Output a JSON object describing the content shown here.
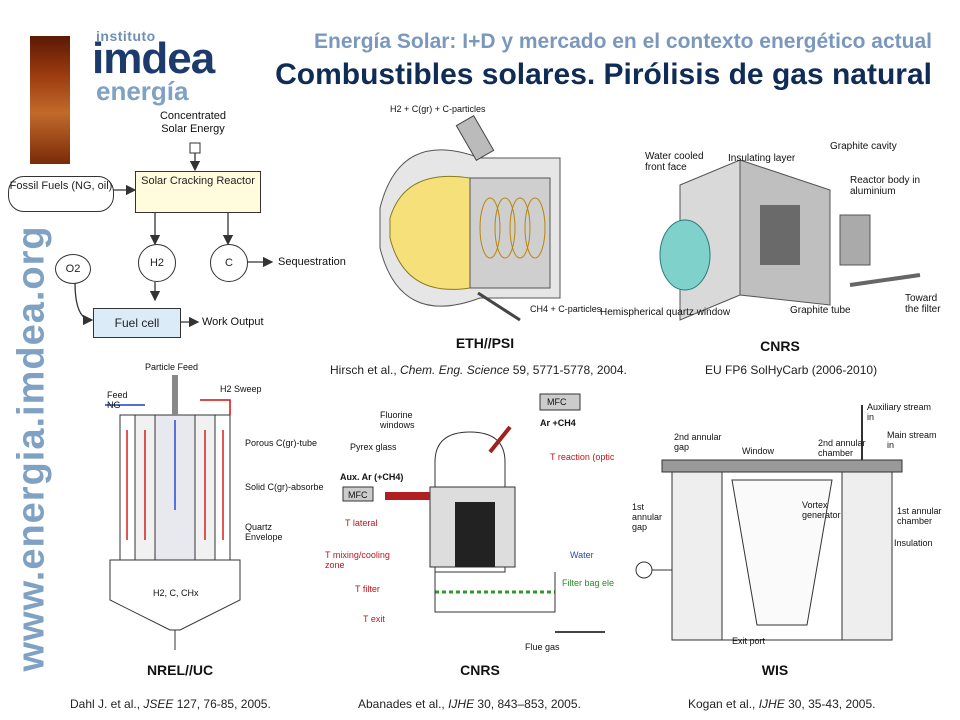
{
  "logo": {
    "instituto": "instituto",
    "imdea": "imdea",
    "energia": "energía",
    "vertical_url": "www.energia.imdea.org"
  },
  "header": {
    "subtitle": "Energía Solar: I+D y mercado en el contexto energético actual",
    "title": "Combustibles solares. Pirólisis de gas natural"
  },
  "flow_diagram": {
    "concentrated": "Concentrated Solar Energy",
    "fossil_fuels": "Fossil Fuels (NG, oil)",
    "reactor": "Solar Cracking Reactor",
    "h2": "H2",
    "c": "C",
    "sequestration": "Sequestration",
    "o2": "O2",
    "fuel_cell": "Fuel cell",
    "work_output": "Work Output"
  },
  "eth_figure": {
    "top_label": "H2 + C(gr) + C-particles",
    "bottom_label": "CH4 + C-particles",
    "caption": "ETH//PSI",
    "citation_authors": "Hirsch et al., ",
    "citation_journal": "Chem. Eng. Science",
    "citation_rest": " 59, 5771-5778, 2004."
  },
  "cnrs_top_figure": {
    "labels": [
      "Water cooled front face",
      "Insulating layer",
      "Graphite cavity",
      "Reactor body in aluminium",
      "Hemispherical quartz window",
      "Graphite tube",
      "Toward the filter"
    ],
    "caption": "CNRS",
    "citation": "EU FP6 SolHyCarb (2006-2010)"
  },
  "nrel_figure": {
    "particle_feed": "Particle Feed",
    "h2_sweep": "H2 Sweep",
    "feed_ng": "Feed NG",
    "porous": "Porous C(gr)-tube",
    "solid": "Solid C(gr)-absorbe",
    "quartz": "Quartz Envelope",
    "products": "H2, C, CHx",
    "caption": "NREL//UC",
    "citation_authors": "Dahl J. et al., ",
    "citation_journal": "JSEE",
    "citation_rest": " 127, 76-85, 2005."
  },
  "cnrs_bottom_figure": {
    "labels": [
      "Fluorine windows",
      "Pyrex glass",
      "Aux. Ar (+CH4)",
      "MFC",
      "T lateral",
      "T mixing/cooling zone",
      "T filter",
      "T exit",
      "Ar +CH4",
      "T reaction (optic",
      "Water",
      "Filter bag ele",
      "Flue gas"
    ],
    "mfc": "MFC",
    "caption": "CNRS",
    "citation_authors": "Abanades et al., ",
    "citation_journal": "IJHE",
    "citation_rest": " 30, 843–853, 2005."
  },
  "wis_figure": {
    "labels": [
      "Auxiliary stream in",
      "Main stream in",
      "2nd annular gap",
      "2nd annular chamber",
      "Window",
      "1st annular gap",
      "Vortex generator",
      "1st annular chamber",
      "Insulation",
      "Exit port"
    ],
    "caption": "WIS",
    "citation_authors": "Kogan et al., ",
    "citation_journal": "IJHE",
    "citation_rest": " 30, 35-43, 2005."
  },
  "colors": {
    "title": "#0f2c57",
    "subtitle": "#7a98bd",
    "url": "#7fa1c4",
    "reactor_box": "#fffbdc",
    "fuel_cell_box": "#dcebf8"
  }
}
